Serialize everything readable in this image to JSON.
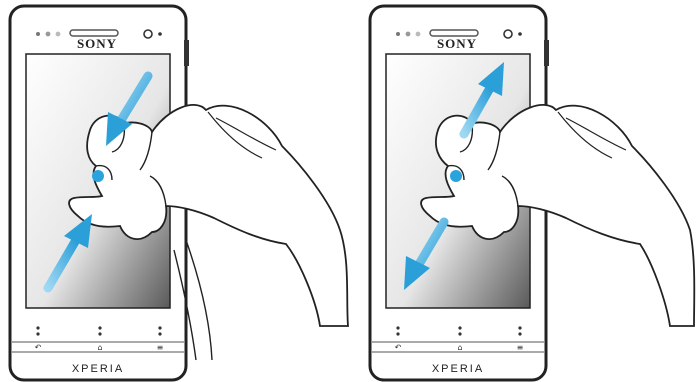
{
  "phones": [
    {
      "brand": "SONY",
      "model": "XPERIA",
      "gesture": "pinch-in",
      "nav_icons": [
        "back-icon",
        "home-icon",
        "menu-icon"
      ]
    },
    {
      "brand": "SONY",
      "model": "XPERIA",
      "gesture": "spread-out",
      "nav_icons": [
        "back-icon",
        "home-icon",
        "menu-icon"
      ]
    }
  ],
  "colors": {
    "arrow": "#3aa9e0",
    "touch_dot": "#29a3dd",
    "phone_outline": "#222222",
    "screen_gradient_dark": "#4a4a4a"
  }
}
